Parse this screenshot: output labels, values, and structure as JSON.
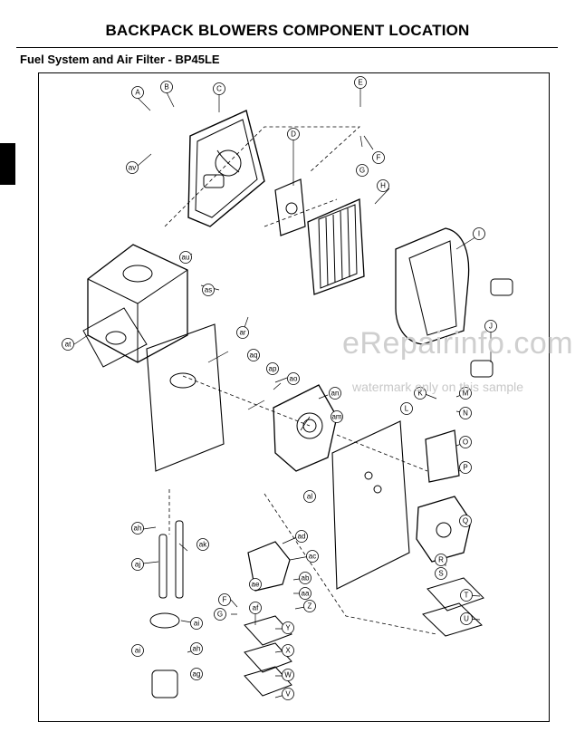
{
  "page": {
    "title": "BACKPACK BLOWERS   COMPONENT LOCATION",
    "subtitle": "Fuel System and Air Filter - BP45LE"
  },
  "watermark": {
    "site": "eRepairinfo.com",
    "note": "watermark only on this sample"
  },
  "callouts": {
    "A": "A",
    "B": "B",
    "C": "C",
    "D": "D",
    "E": "E",
    "F": "F",
    "G": "G",
    "H": "H",
    "I": "I",
    "J": "J",
    "K": "K",
    "L": "L",
    "M": "M",
    "N": "N",
    "O": "O",
    "P": "P",
    "Q": "Q",
    "R": "R",
    "S": "S",
    "T": "T",
    "U": "U",
    "V": "V",
    "W": "W",
    "X": "X",
    "Y": "Y",
    "Z": "Z",
    "F2": "F",
    "G2": "G",
    "aa": "aa",
    "ab": "ab",
    "ac": "ac",
    "ad": "ad",
    "ae": "ae",
    "af": "af",
    "ag": "ag",
    "ah": "ah",
    "ah2": "ah",
    "ai": "ai",
    "ai2": "ai",
    "aj": "aj",
    "ak": "ak",
    "al": "al",
    "am": "am",
    "an": "an",
    "ao": "ao",
    "ap": "ap",
    "aq": "aq",
    "ar": "ar",
    "as": "as",
    "at": "at",
    "au": "au",
    "av": "av"
  }
}
